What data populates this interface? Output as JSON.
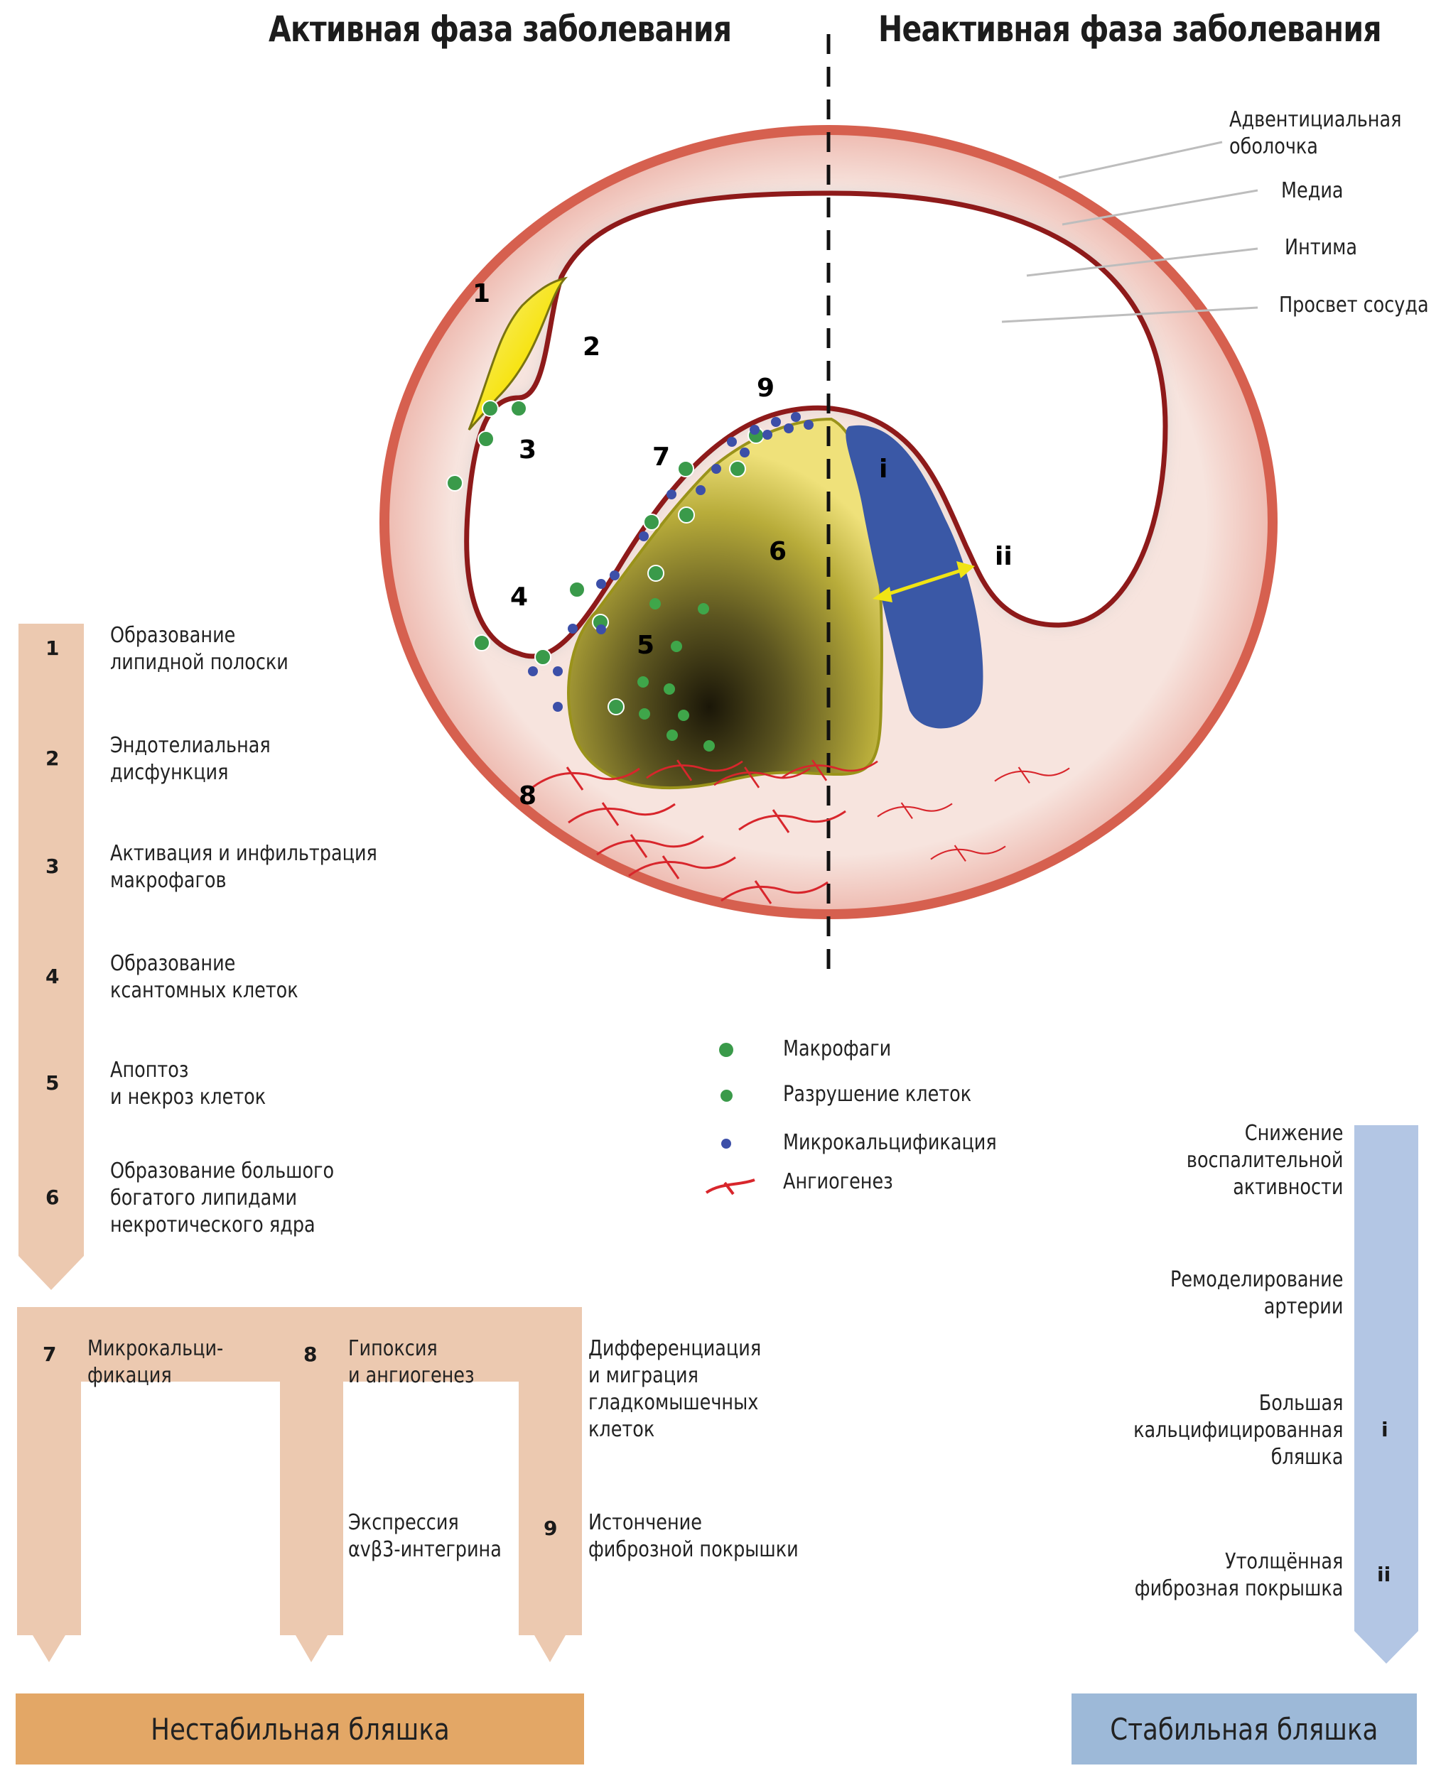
{
  "headings": {
    "active": "Активная фаза заболевания",
    "inactive": "Неактивная фаза заболевания"
  },
  "vessel_labels": [
    {
      "line1": "Адвентициальная",
      "line2": "оболочка"
    },
    {
      "line1": "Медиа"
    },
    {
      "line1": "Интима"
    },
    {
      "line1": "Просвет сосуда"
    }
  ],
  "diagram_markers": [
    "1",
    "2",
    "3",
    "4",
    "5",
    "6",
    "7",
    "8",
    "9",
    "i",
    "ii"
  ],
  "active_steps": [
    {
      "num": "1",
      "lines": [
        "Образование",
        "липидной полоски"
      ]
    },
    {
      "num": "2",
      "lines": [
        "Эндотелиальная",
        "дисфункция"
      ]
    },
    {
      "num": "3",
      "lines": [
        "Активация и инфильтрация",
        "макрофагов"
      ]
    },
    {
      "num": "4",
      "lines": [
        "Образование",
        "ксантомных клеток"
      ]
    },
    {
      "num": "5",
      "lines": [
        "Апоптоз",
        "и некроз клеток"
      ]
    },
    {
      "num": "6",
      "lines": [
        "Образование большого",
        "богатого липидами",
        "некротического ядра"
      ]
    }
  ],
  "branches": [
    {
      "num": "7",
      "lines": [
        "Микрокальци-",
        "фикация"
      ]
    },
    {
      "num": "8",
      "lines": [
        "Гипоксия",
        "и ангиогенез"
      ],
      "extra": [
        "Экспрессия",
        "αvβ3-интегрина"
      ]
    },
    {
      "num": "",
      "lines": [
        "Дифференциация",
        "и миграция",
        "гладкомышечных",
        "клеток"
      ]
    },
    {
      "num": "9",
      "lines": [
        "Истончение",
        "фиброзной покрышки"
      ]
    }
  ],
  "legend": [
    {
      "icon": "macrophage-dot",
      "label": "Макрофаги",
      "color": "#3a9a4a"
    },
    {
      "icon": "cell-destruction-dot",
      "label": "Разрушение клеток",
      "color": "#3a9a4a"
    },
    {
      "icon": "microcalcification-dot",
      "label": "Микрокальцификация",
      "color": "#3c4fa8"
    },
    {
      "icon": "angiogenesis-squiggle",
      "label": "Ангиогенез",
      "color": "#d8262c"
    }
  ],
  "inactive_steps": [
    {
      "marker": "",
      "lines": [
        "Снижение",
        "воспалительной",
        "активности"
      ]
    },
    {
      "marker": "",
      "lines": [
        "Ремоделирование",
        "артерии"
      ]
    },
    {
      "marker": "i",
      "lines": [
        "Большая",
        "кальцифицированная",
        "бляшка"
      ]
    },
    {
      "marker": "ii",
      "lines": [
        "Утолщённая",
        "фиброзная покрышка"
      ]
    }
  ],
  "outcomes": {
    "unstable": "Нестабильная бляшка",
    "stable": "Стабильная бляшка"
  },
  "colors": {
    "adventitia": "#d6604f",
    "intima": "#8e1a1a",
    "media": "#f6e2dc",
    "lipid": "#f2e20a",
    "calcified": "#3a58a6",
    "arrow_active": "#ecc9b0",
    "arrow_inactive": "#b3c6e4",
    "box_unstable": "#e3a766",
    "box_stable": "#9db9d8"
  }
}
